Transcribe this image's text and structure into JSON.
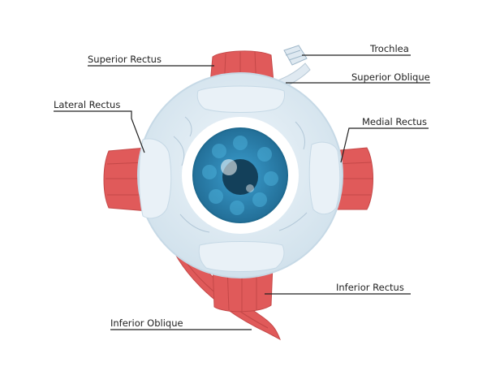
{
  "labels": {
    "superior_rectus": "Superior Rectus",
    "trochlea": "Trochlea",
    "superior_oblique": "Superior Oblique",
    "lateral_rectus": "Lateral Rectus",
    "medial_rectus": "Medial Rectus",
    "inferior_rectus": "Inferior Rectus",
    "inferior_oblique": "Inferior Oblique"
  },
  "colors": {
    "muscle": "#e05a5a",
    "muscle_dark": "#c44848",
    "sclera": "#dbe8f0",
    "sclera_edge": "#c6d9e6",
    "iris": "#2f8fbd",
    "iris_dark": "#1f6a90",
    "pupil": "#13405a",
    "tendon": "#dfe9f1",
    "leader_line": "#222222"
  }
}
